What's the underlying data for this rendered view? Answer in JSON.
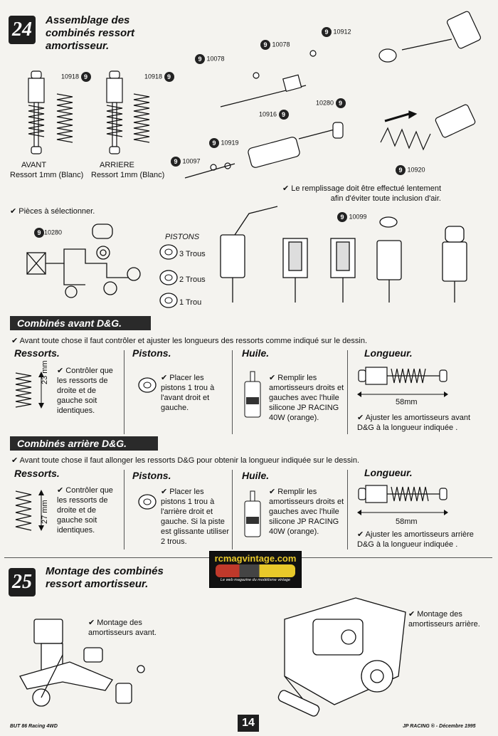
{
  "step24": {
    "number": "24",
    "title_line1": "Assemblage des",
    "title_line2": "combinés ressort",
    "title_line3": "amortisseur.",
    "refs": {
      "r10918a": "10918",
      "r10918b": "10918",
      "r10078a": "10078",
      "r10078b": "10078",
      "r10912": "10912",
      "r10916": "10916",
      "r10280": "10280",
      "r10919": "10919",
      "r10097": "10097",
      "r10920": "10920",
      "r10280b": "10280",
      "r10099": "10099",
      "badge_glyph": "9"
    },
    "avant": "AVANT",
    "avant_sub": "Ressort 1mm (Blanc)",
    "arriere": "ARRIERE",
    "arriere_sub": "Ressort 1mm (Blanc)",
    "remplissage_line1": "✔ Le remplissage doit être effectué lentement",
    "remplissage_line2": "afin d'éviter toute inclusion d'air.",
    "pieces": "✔ Pièces à sélectionner.",
    "pistons_label": "PISTONS",
    "piston_3": "3 Trous",
    "piston_2": "2 Trous",
    "piston_1": "1 Trou"
  },
  "avant_section": {
    "header": "Combinés  avant D&G.",
    "intro": "✔ Avant toute chose il faut contrôler et ajuster les longueurs des ressorts comme indiqué sur le dessin.",
    "col1_title": "Ressorts.",
    "col1_dim": "23 mm",
    "col1_text": "✔ Contrôler que les ressorts de droite et de gauche soit identiques.",
    "col2_title": "Pistons.",
    "col2_text": "✔ Placer les pistons 1 trou à l'avant droit et gauche.",
    "col3_title": "Huile.",
    "col3_text": "✔ Remplir les amortisseurs droits et gauches avec l'huile silicone JP RACING 40W (orange).",
    "col4_title": "Longueur.",
    "col4_dim": "58mm",
    "col4_text": "✔ Ajuster les amortisseurs avant D&G à la longueur indiquée ."
  },
  "arriere_section": {
    "header": "Combinés  arrière D&G.",
    "intro": "✔ Avant toute chose il faut allonger les ressorts D&G pour obtenir la longueur indiquée sur le dessin.",
    "col1_title": "Ressorts.",
    "col1_dim": "27 mm",
    "col1_text": "✔ Contrôler que les ressorts de droite et de gauche soit identiques.",
    "col2_title": "Pistons.",
    "col2_text": "✔ Placer les pistons 1 trou à l'arrière droit et gauche. Si la piste est glissante utiliser 2 trous.",
    "col3_title": "Huile.",
    "col3_text": "✔ Remplir les amortisseurs droits et gauches avec l'huile silicone JP RACING 40W (orange).",
    "col4_title": "Longueur.",
    "col4_dim": "58mm",
    "col4_text": "✔ Ajuster les amortisseurs arrière D&G à la longueur indiquée ."
  },
  "step25": {
    "number": "25",
    "title_line1": "Montage des combinés",
    "title_line2": "ressort amortisseur.",
    "front_text": "✔ Montage des amortisseurs avant.",
    "rear_text": "✔ Montage des amortisseurs arrière."
  },
  "logo": {
    "site": "rcmagvintage.com",
    "tagline": "Le web magazine du modélisme vintage"
  },
  "footer": {
    "left": "BUT 86 Racing 4WD",
    "page": "14",
    "right": "JP RACING ® - Décembre 1995"
  }
}
